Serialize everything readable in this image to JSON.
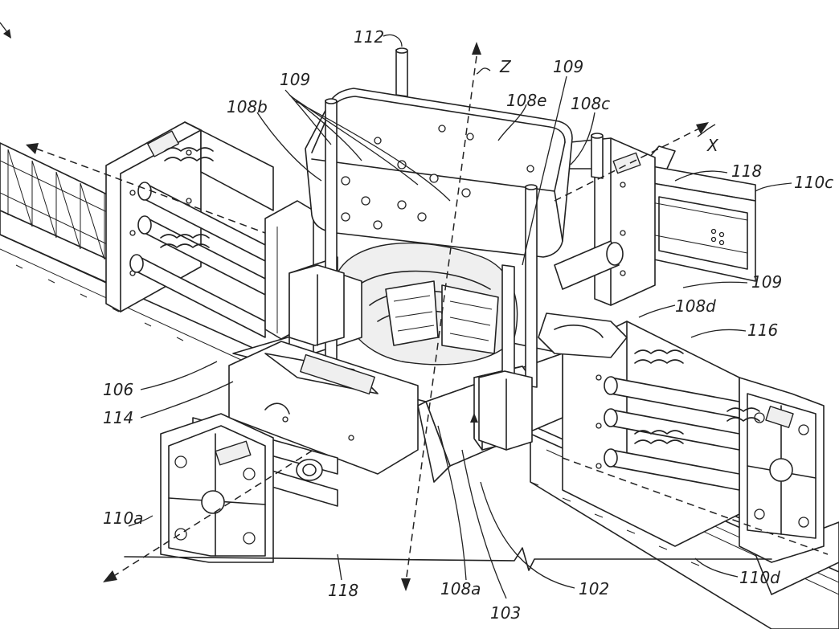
{
  "figure": {
    "labels": {
      "l112": "112",
      "l109a": "109",
      "l109b": "109",
      "l109c": "109",
      "lZ": "Z",
      "lX": "X",
      "l108b": "108b",
      "l108e": "108e",
      "l108c": "108c",
      "l118a": "118",
      "l118b": "118",
      "l110c": "110c",
      "l108d": "108d",
      "l116": "116",
      "l106": "106",
      "l114": "114",
      "l110a": "110a",
      "l108a": "108a",
      "l103": "103",
      "l102": "102",
      "l110d": "110d"
    }
  }
}
